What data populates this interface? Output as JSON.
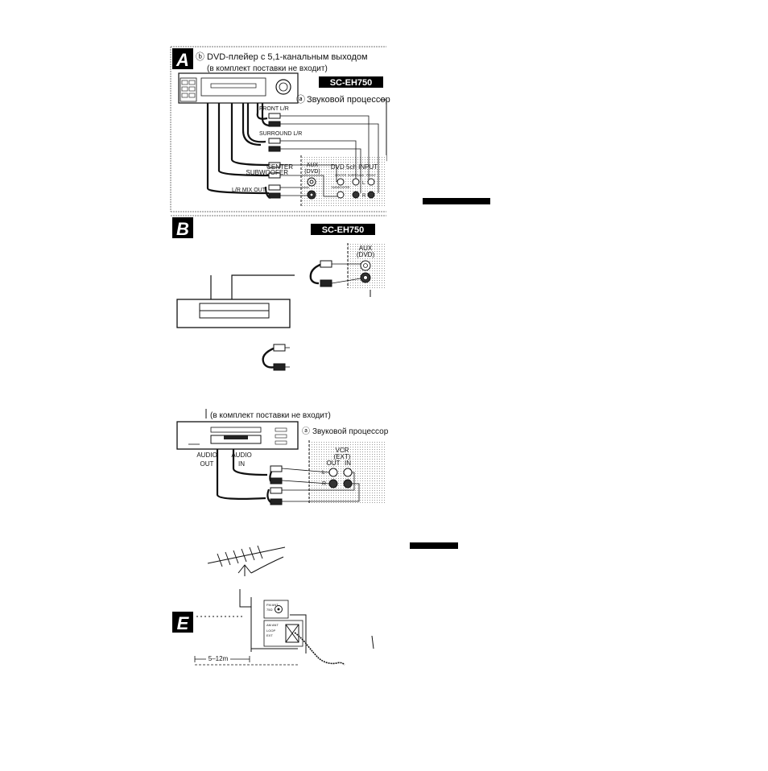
{
  "panels": {
    "a": {
      "letter": "A",
      "marker_b": "ⓑ",
      "dvd_title": "DVD-плейер с 5,1-канальным выходом",
      "dvd_note": "(в комплект поставки не входит)",
      "model": "SC-EH750",
      "marker_a": "ⓐ",
      "processor": "Звуковой процессор",
      "front": "FRONT L/R",
      "surround": "SURROUND L/R",
      "center": "CENTER",
      "subwoofer": "SUBWOOFER",
      "mix_out": "L/R MIX OUT",
      "aux": "AUX",
      "aux_dvd": "(DVD)",
      "input_5ch": "DVD 5ch INPUT",
      "jack_center": "CENTER",
      "jack_surround": "SURROUND",
      "jack_front": "FRONT",
      "jack_sub": "SUBWOOFER",
      "jack_l": "L",
      "jack_r": "R"
    },
    "b": {
      "letter": "B",
      "model": "SC-EH750",
      "aux": "AUX",
      "aux_dvd": "(DVD)"
    },
    "c": {
      "note": "(в комплект поставки не входит)",
      "marker_a": "ⓐ",
      "processor": "Звуковой процессор",
      "audio_out_1": "AUDIO",
      "audio_out_2": "OUT",
      "audio_in_1": "AUDIO",
      "audio_in_2": "IN",
      "vcr": "VCR",
      "ext": "(EXT)",
      "out": "OUT",
      "in": "IN",
      "jack_l": "L",
      "jack_r": "R"
    },
    "e": {
      "letter": "E",
      "fm_ant": "FM ANT",
      "fm_ohm": "75Ω",
      "am_ant": "AM ANT",
      "loop": "LOOP",
      "ext": "EXT",
      "distance": "5–12m"
    }
  }
}
